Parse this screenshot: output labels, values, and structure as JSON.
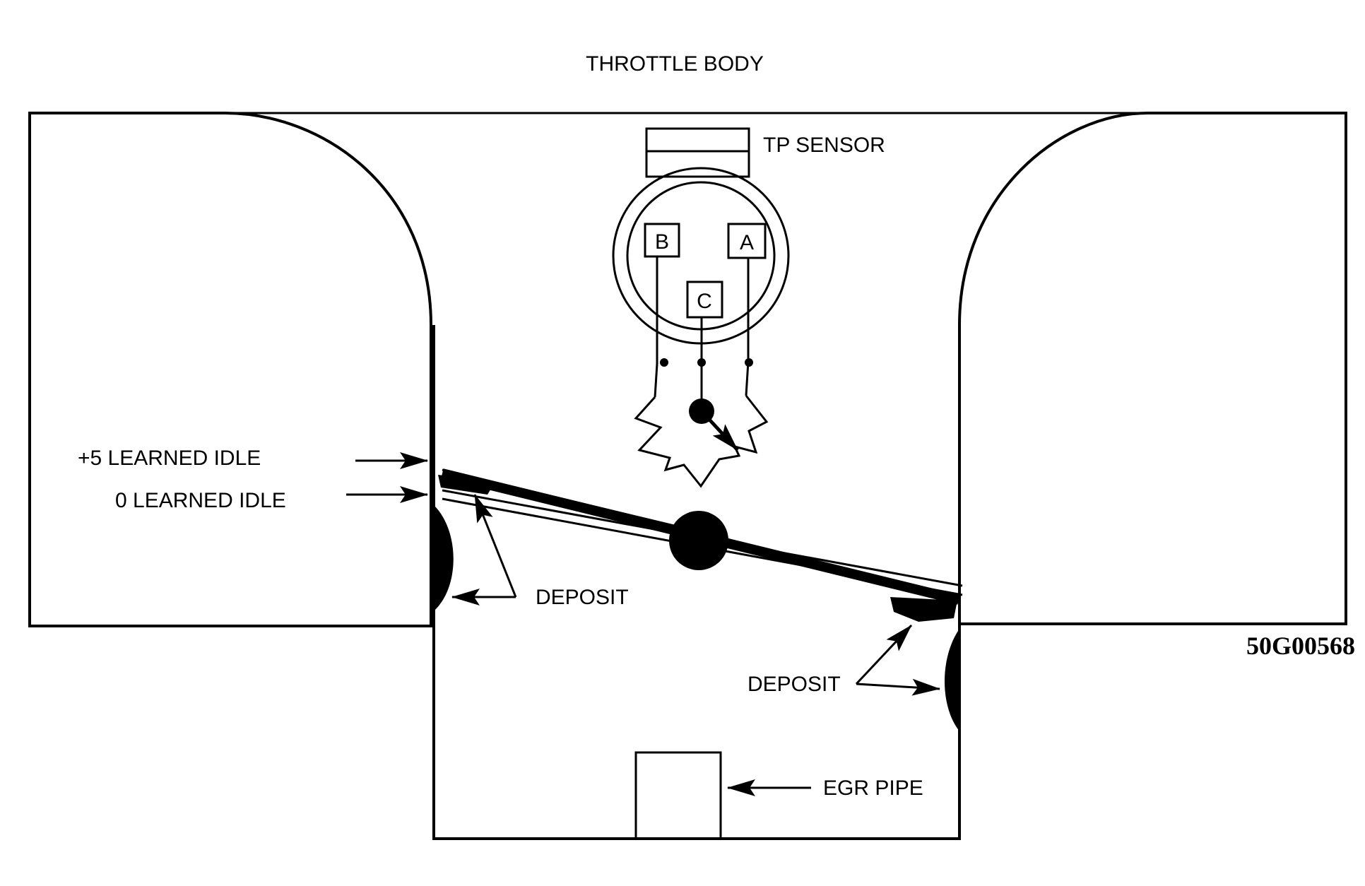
{
  "title": "THROTTLE BODY",
  "labels": {
    "tp_sensor": "TP SENSOR",
    "plus5_learned_idle": "+5  LEARNED IDLE",
    "zero_learned_idle": "0 LEARNED IDLE",
    "deposit_left": "DEPOSIT",
    "deposit_right": "DEPOSIT",
    "egr_pipe": "EGR PIPE",
    "figure_code": "50G00568"
  },
  "sensor_pins": {
    "a": "A",
    "b": "B",
    "c": "C"
  }
}
